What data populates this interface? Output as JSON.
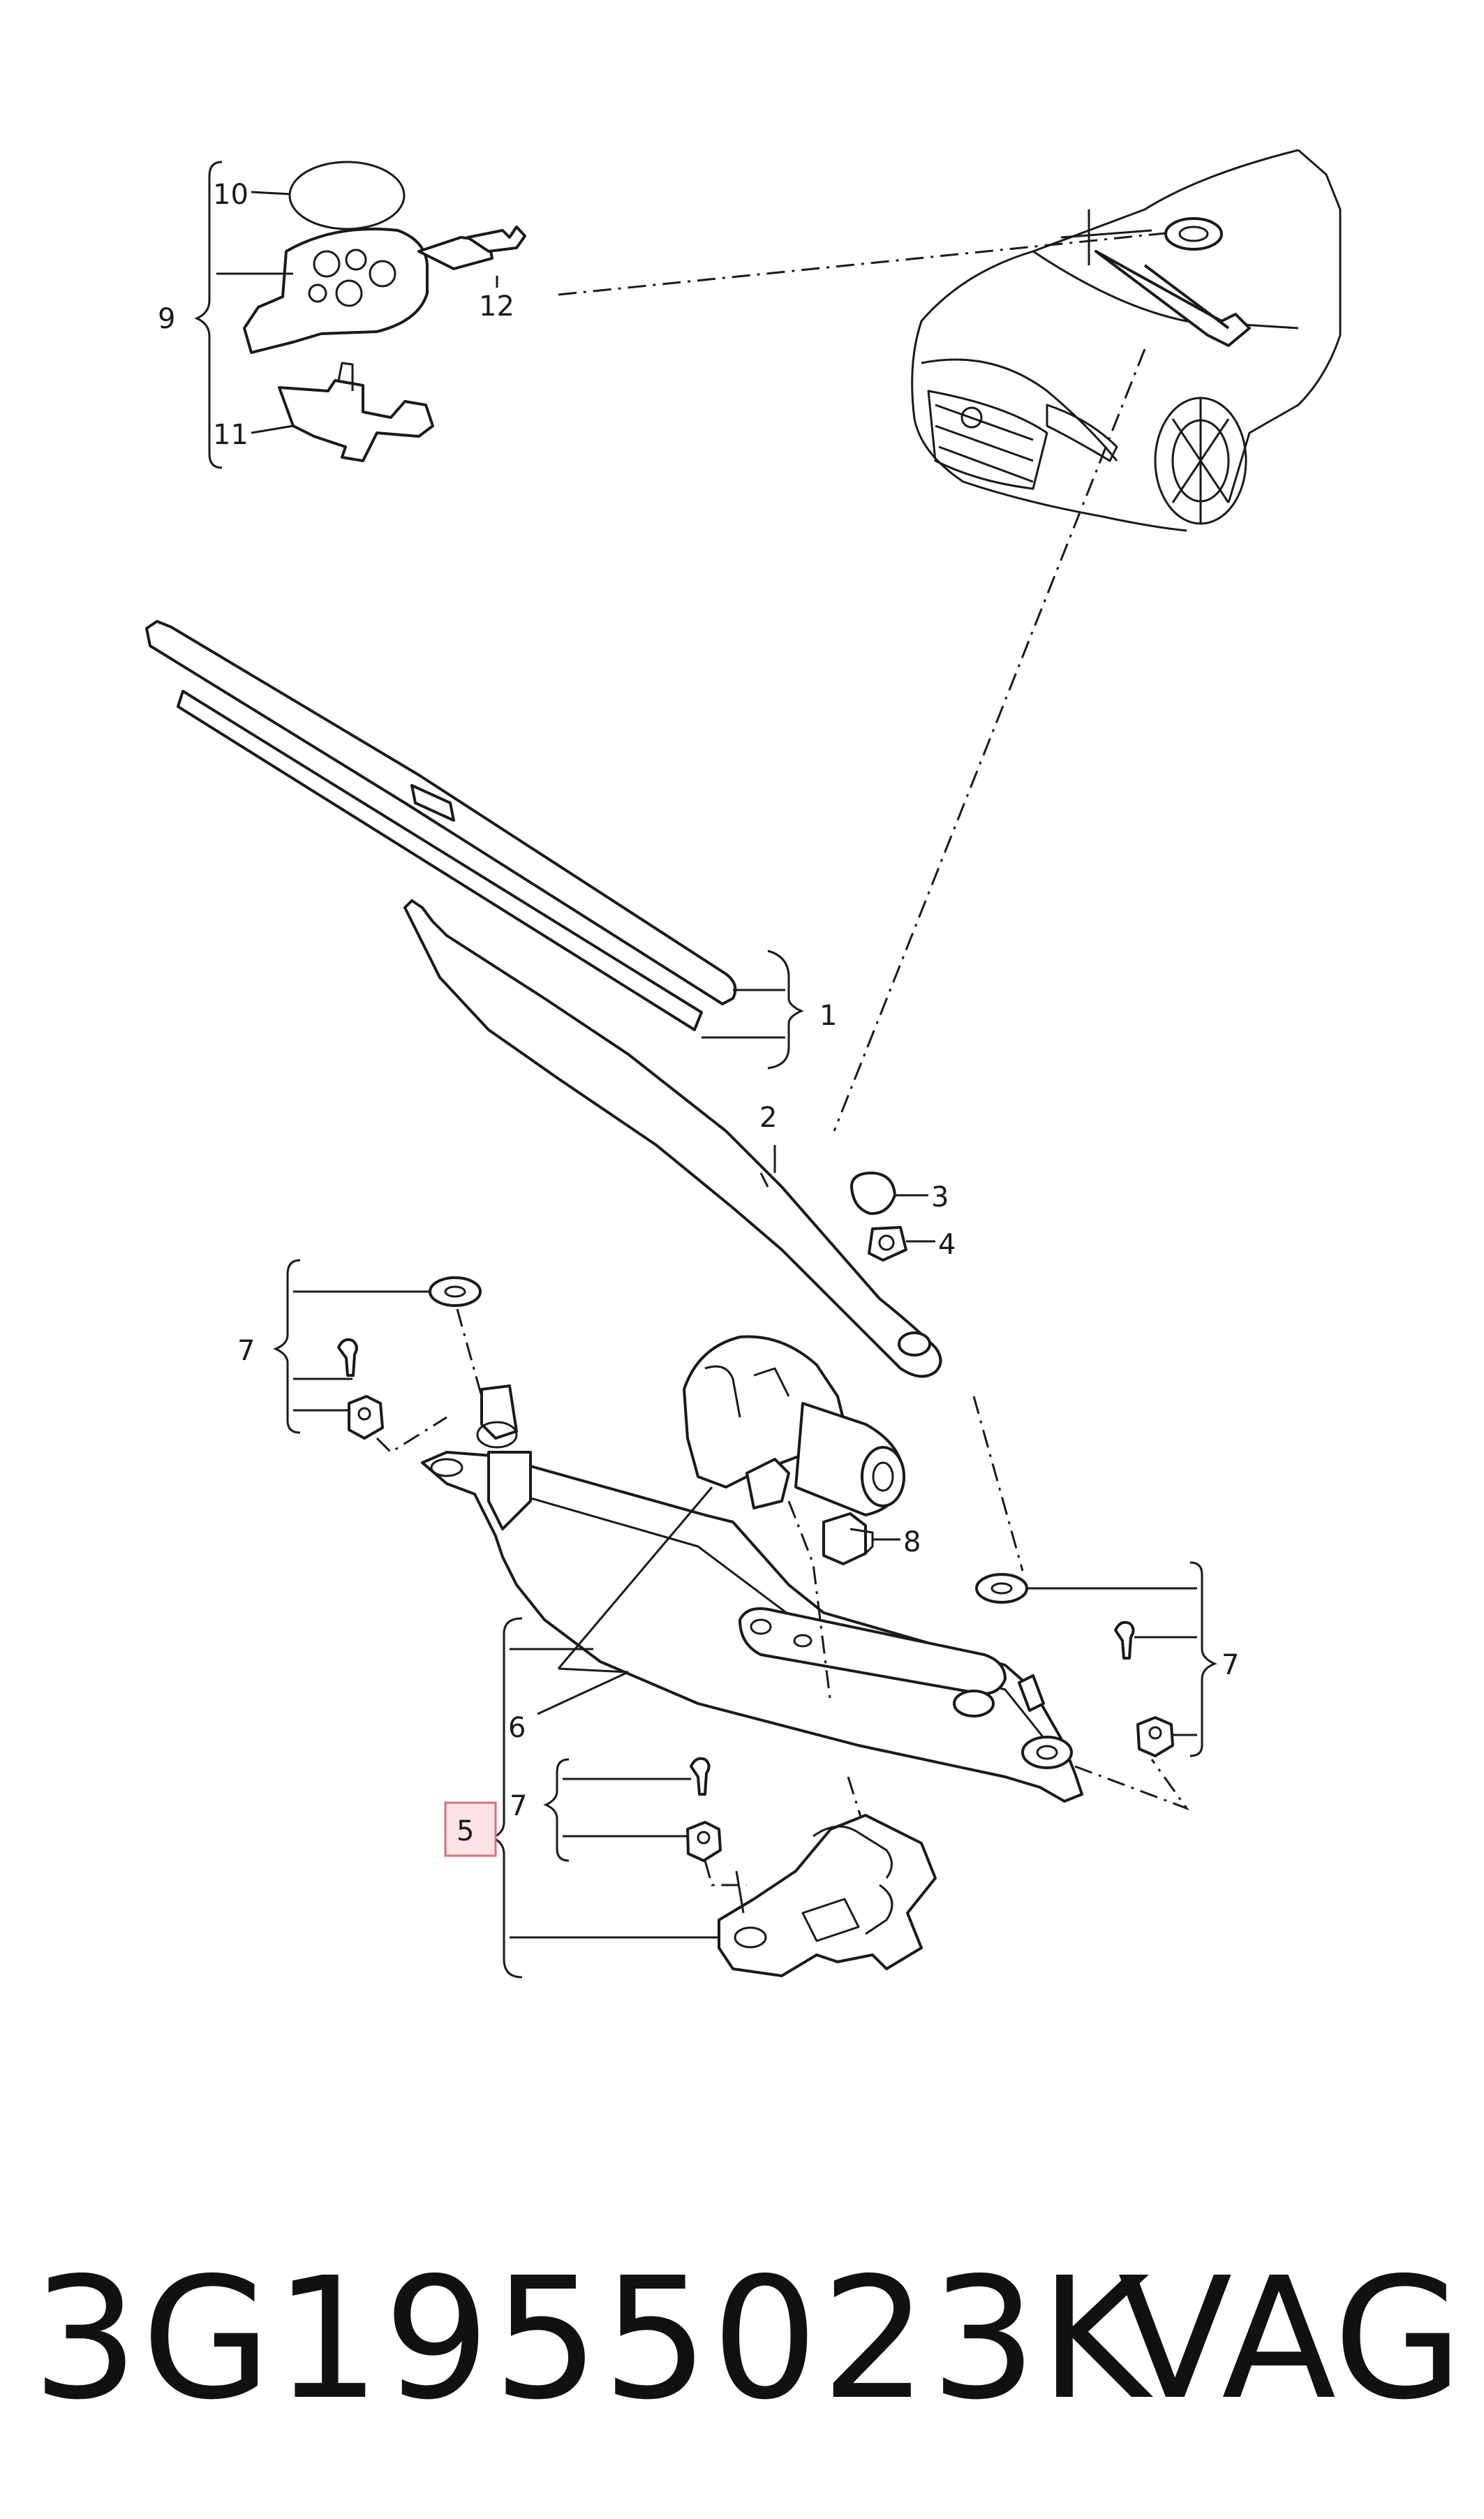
{
  "callouts": {
    "c1": "1",
    "c2": "2",
    "c3": "3",
    "c4": "4",
    "c5": "5",
    "c6": "6",
    "c7a": "7",
    "c7b": "7",
    "c7c": "7",
    "c8": "8",
    "c9": "9",
    "c10": "10",
    "c11": "11",
    "c12": "12"
  },
  "colors": {
    "line": "#1a1a1a",
    "highlight_border": "#e36c7a",
    "highlight_fill": "#fbe3e6"
  },
  "footer": {
    "part_number": "3G1955023K",
    "brand": "VAG"
  }
}
